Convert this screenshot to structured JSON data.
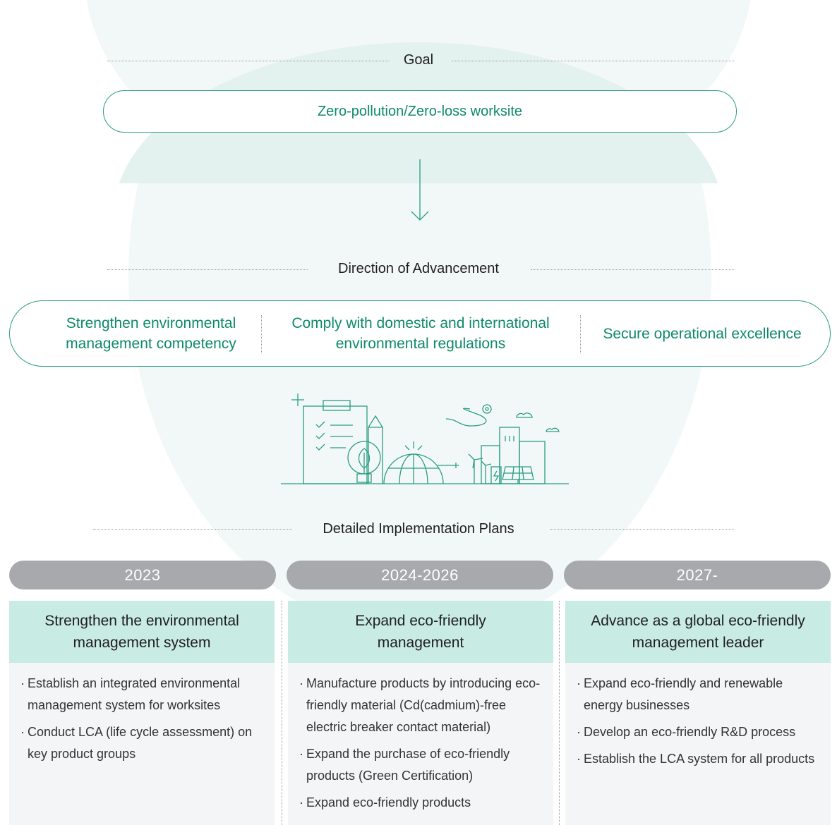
{
  "goal": {
    "label": "Goal",
    "value": "Zero-pollution/Zero-loss worksite"
  },
  "direction": {
    "label": "Direction of Advancement",
    "items": [
      "Strengthen environmental management competency",
      "Comply with domestic and international environmental regulations",
      "Secure operational excellence"
    ]
  },
  "plans": {
    "label": "Detailed Implementation Plans",
    "columns": [
      {
        "year": "2023",
        "title": "Strengthen the environmental management system",
        "items": [
          "Establish an integrated environmental management system for worksites",
          "Conduct LCA (life cycle assessment) on key product groups"
        ]
      },
      {
        "year": "2024-2026",
        "title": "Expand eco-friendly management",
        "items": [
          "Manufacture products by introducing eco-friendly material (Cd(cadmium)-free electric breaker contact material)",
          "Expand the purchase of eco-friendly products (Green Certification)",
          "Expand eco-friendly products"
        ]
      },
      {
        "year": "2027-",
        "title": "Advance as a global eco-friendly management leader",
        "items": [
          "Expand eco-friendly and renewable energy businesses",
          "Develop an eco-friendly R&D process",
          "Establish the LCA system for all products"
        ]
      }
    ]
  },
  "colors": {
    "accent": "#0d8a6a",
    "pill_border": "#2a9d84",
    "year_bar": "#a7a9ad",
    "plan_head": "#c8ebe4",
    "plan_body": "#f4f5f6"
  }
}
